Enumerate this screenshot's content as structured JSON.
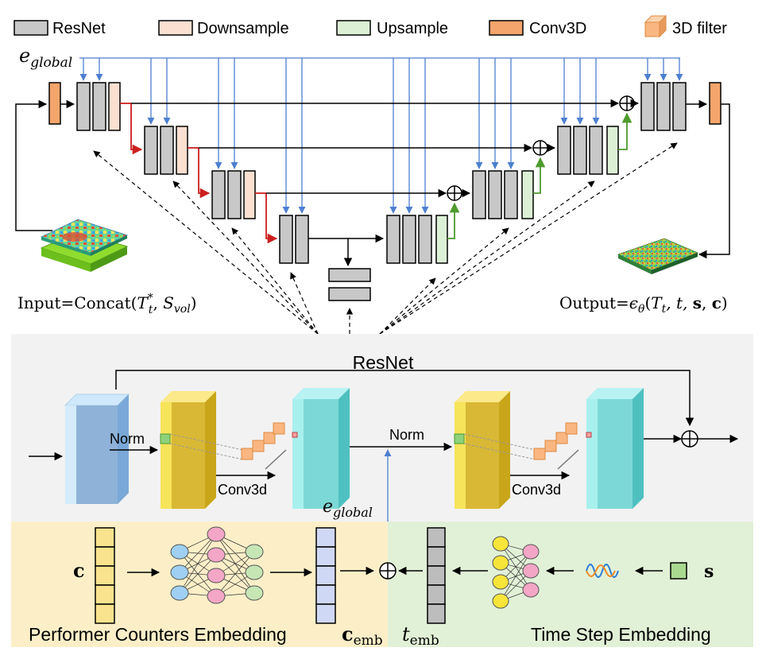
{
  "legend": {
    "resnet": "ResNet",
    "downsample": "Downsample",
    "upsample": "Upsample",
    "conv3d": "Conv3D",
    "filter3d": "3D filter"
  },
  "unet": {
    "e_global": "e",
    "e_global_sub": "global",
    "input_prefix": "Input=Concat(",
    "input_T": "T",
    "input_T_sup": "*",
    "input_T_sub": "t",
    "input_mid": ", ",
    "input_S": "S",
    "input_S_sub": "vol",
    "input_suffix": ")",
    "output_prefix": "Output=",
    "output_eps": "ϵ",
    "output_eps_sub": "θ",
    "output_open": "(",
    "output_T": "T",
    "output_T_sub": "t",
    "output_args": ", t, ",
    "output_s": "s",
    "output_c": "c",
    "output_sep": ", ",
    "output_suffix": ")"
  },
  "resnet_block": {
    "title": "ResNet",
    "norm_1": "Norm",
    "norm_2": "Norm",
    "conv_1": "Conv3d",
    "conv_2": "Conv3d",
    "e_global": "e",
    "e_global_sub": "global"
  },
  "embedding": {
    "c_symbol": "c",
    "c_emb": "c",
    "c_emb_sub": "emb",
    "t_emb": "t",
    "t_emb_sub": "emb",
    "s_symbol": "s",
    "performer_label": "Performer Counters Embedding",
    "timestep_label": "Time Step Embedding"
  },
  "colors": {
    "resnet_gray": "#c8c8c8",
    "downsample": "#fbe0d2",
    "upsample": "#dcf0d6",
    "conv3d": "#f4a56c",
    "skip_blue": "#4d7fd0",
    "down_red": "#cc1f1f",
    "up_green": "#4e9a2d",
    "panel_gray": "#f2f2f2",
    "panel_yellow": "#fcefc8",
    "panel_green": "#e1f1d7"
  }
}
